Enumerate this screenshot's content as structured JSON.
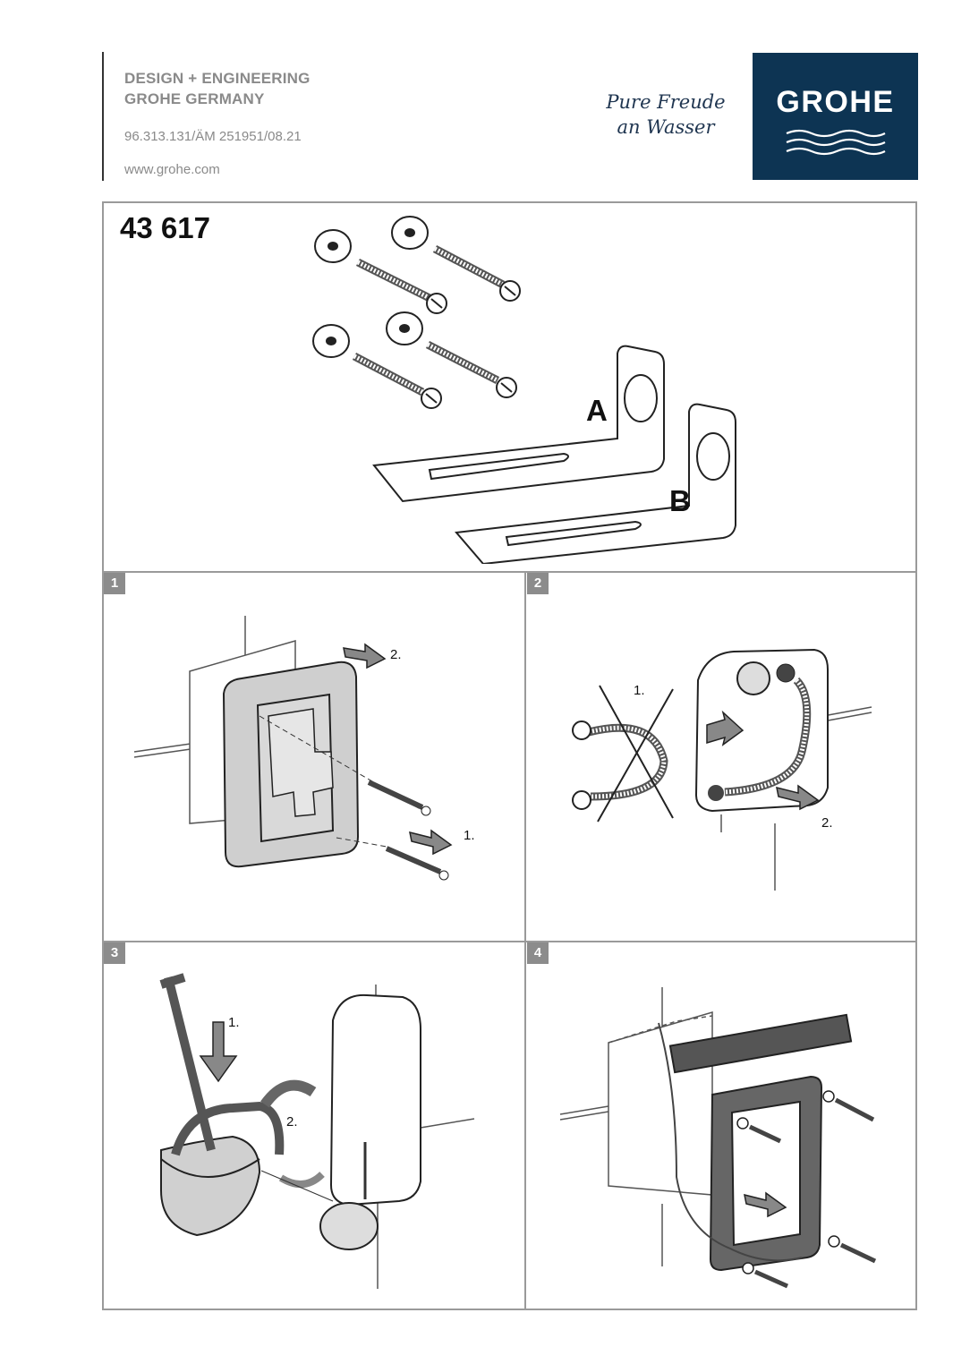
{
  "header": {
    "line1": "DESIGN + ENGINEERING",
    "line2": "GROHE GERMANY",
    "doc_number": "96.313.131/ÄM 251951/08.21",
    "website": "www.grohe.com",
    "slogan_line1": "Pure Freude",
    "slogan_line2": "an Wasser",
    "logo_text": "GROHE",
    "logo_color": "#0d3453"
  },
  "article_number": "43 617",
  "parts": {
    "label_a": "A",
    "label_b": "B"
  },
  "steps": [
    {
      "number": "1",
      "callout_1": "1.",
      "callout_2": "2."
    },
    {
      "number": "2",
      "callout_1": "1.",
      "callout_2": "2."
    },
    {
      "number": "3",
      "callout_1": "1.",
      "callout_2": "2."
    },
    {
      "number": "4"
    }
  ]
}
